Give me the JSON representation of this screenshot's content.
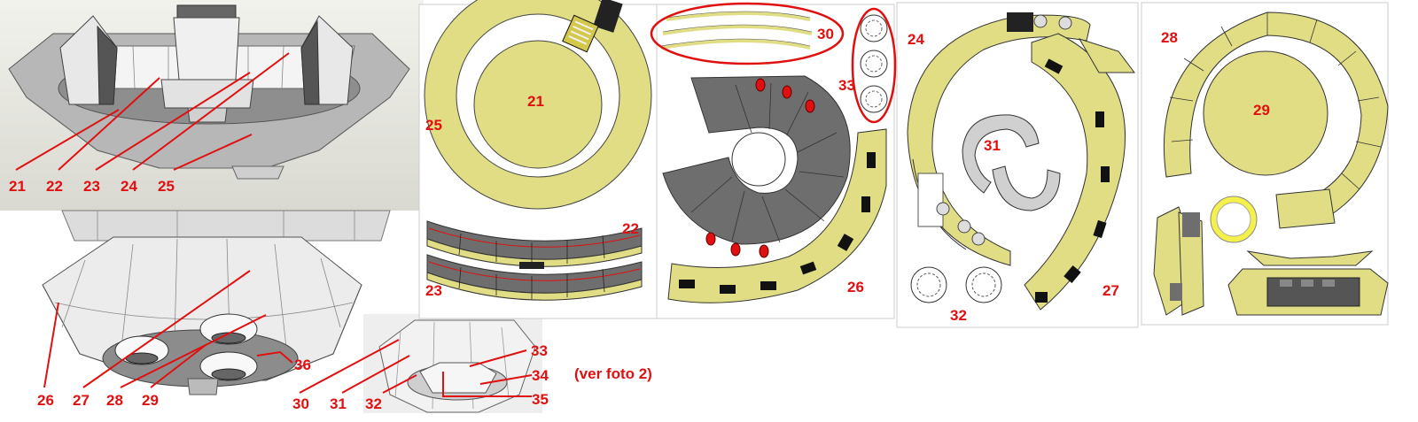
{
  "colors": {
    "accent_red": "#e01010",
    "paper_yellow": "#e0dd84",
    "model_gray": "#a9a9a9",
    "dark_gray": "#6e6e6e"
  },
  "caption": "(ver foto 2)",
  "labels": {
    "n21": "21",
    "n22": "22",
    "n23": "23",
    "n24": "24",
    "n25": "25",
    "n26": "26",
    "n27": "27",
    "n28": "28",
    "n29": "29",
    "n30": "30",
    "n31": "31",
    "n32": "32",
    "n33": "33",
    "n34": "34",
    "n35": "35",
    "n36": "36"
  }
}
